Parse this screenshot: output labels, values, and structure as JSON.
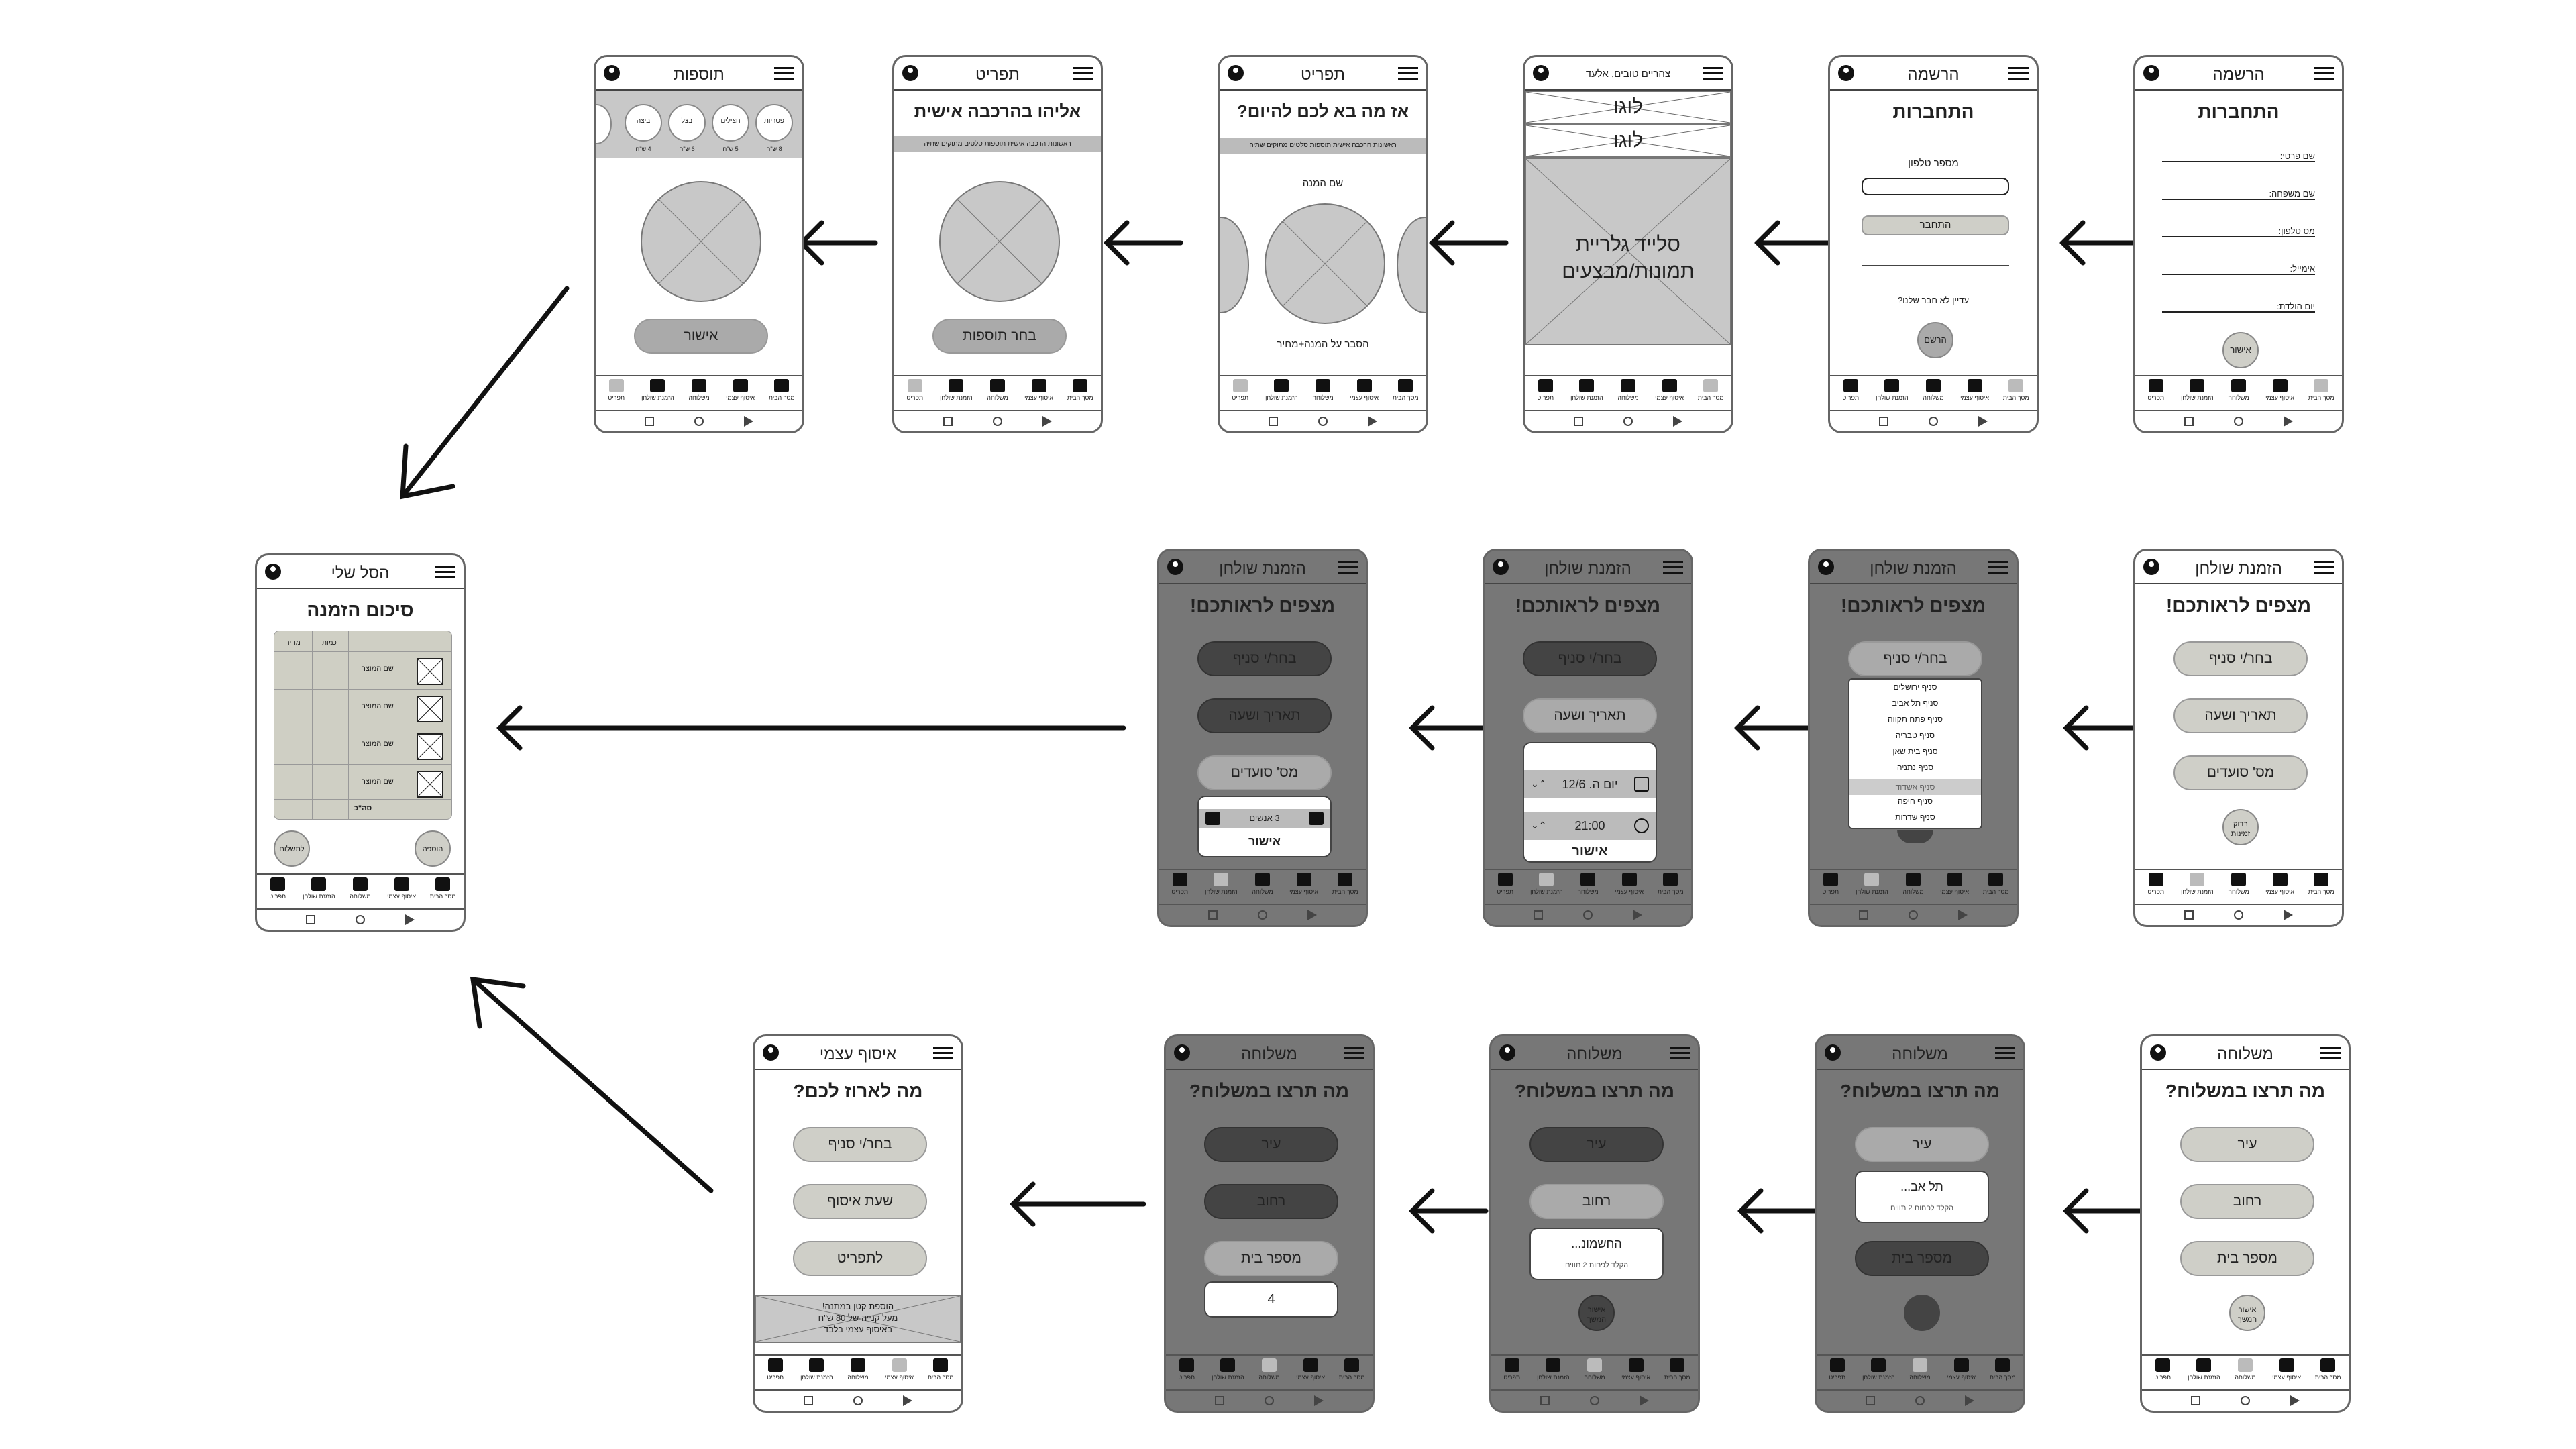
{
  "tabbar": [
    {
      "label": "תפריט",
      "icon": "fork-knife-icon"
    },
    {
      "label": "הזמנת שולחן",
      "icon": "cloche-icon"
    },
    {
      "label": "משלוחה",
      "icon": "scooter-icon"
    },
    {
      "label": "איסוף עצמי",
      "icon": "bag-icon"
    },
    {
      "label": "מסך הבית",
      "icon": "home-icon"
    }
  ],
  "register1": {
    "title": "הרשמה",
    "heading": "התחברות",
    "fields": [
      "שם פרטי:",
      "שם משפחה:",
      "מס טלפון:",
      "אימייל:",
      "יום הולדת:"
    ],
    "button": "אישור"
  },
  "register2": {
    "title": "הרשמה",
    "heading": "התחברות",
    "phone_label": "מספר טלפון",
    "login": "התחבר",
    "not_member": "עדיין לא חבר שלנו?",
    "signup": "הרשם"
  },
  "home": {
    "title": "צהריים טובים, אלעד",
    "logo1": "לוגו",
    "logo2": "לוגו",
    "gallery": "סלייד גלריית תמונות/מבצעים"
  },
  "menu1": {
    "title": "תפריט",
    "heading": "אז מה בא לכם להיום?",
    "cats": "ראשונות  הרכבה אישית  תוספות  סלטים  מתוקים  שתיה",
    "dish_name": "שם המנה",
    "dish_desc": "הסבר על המנה+מחיר"
  },
  "menu2": {
    "title": "תפריט",
    "heading": "אליהו בהרכבה אישית",
    "cats": "ראשונות  הרכבה אישית  תוספות  סלטים  מתוקים  שתיה",
    "button": "בחר תוספות"
  },
  "extras": {
    "title": "תוספות",
    "items": [
      {
        "name": "פטריות",
        "price": "8 ש\"ח"
      },
      {
        "name": "חצילים",
        "price": "5 ש\"ח"
      },
      {
        "name": "בצל",
        "price": "6 ש\"ח"
      },
      {
        "name": "ביצה",
        "price": "4 ש\"ח"
      }
    ],
    "button": "אישור"
  },
  "table": {
    "title": "הזמנת שולחן",
    "heading": "מצפים לראותכם!",
    "branch": "בחר/י סניף",
    "datetime": "תאריך ושעה",
    "diners": "מס' סועדים",
    "check": "בדוק זמינות",
    "branches": [
      "סניף ירושלים",
      "סניף תל אביב",
      "סניף פתח תקווה",
      "סניף טבריה",
      "סניף בית שאן",
      "סניף נתניה",
      "סניף אשדוד",
      "סניף חיפה",
      "סניף שדרות"
    ],
    "date": "יום ה. 12/6",
    "time": "21:00",
    "confirm": "אישור",
    "people": "3 אנשים"
  },
  "cart": {
    "title": "הסל שלי",
    "heading": "סיכום הזמנה",
    "col_price": "מחיר",
    "col_qty": "כמות",
    "product": "שם המוצר",
    "total": "סה\"כ",
    "pay": "לתשלום",
    "add": "הוספה"
  },
  "delivery": {
    "title": "משלוחה",
    "heading": "מה תרצו במשלוח?",
    "city": "עיר",
    "street": "רחוב",
    "house": "מספר בית",
    "confirm": "אישור המשך",
    "city_input": "תל אב...",
    "street_input": "החשמונ...",
    "hint": "הקלד לפחות 2 תווים",
    "house_input": "4"
  },
  "pickup": {
    "title": "איסוף עצמי",
    "heading": "מה לארוז לכם?",
    "branch": "בחר/י סניף",
    "time": "שעת איסוף",
    "menu": "לתפריט",
    "promo1": "הוספת קטן במתנה!",
    "promo2": "מעל קנייה של 80 ש\"ח",
    "promo3": "באיסוף עצמי בלבד"
  }
}
